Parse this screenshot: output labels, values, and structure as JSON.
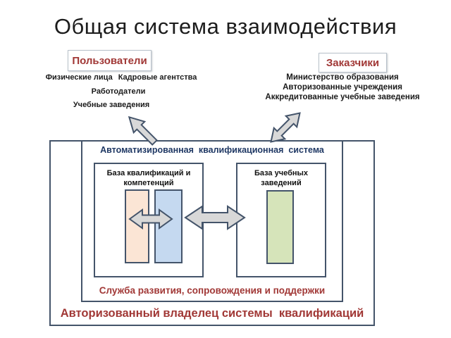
{
  "title": "Общая система взаимодействия",
  "users": {
    "label": "Пользователи",
    "row1": [
      "Физические лица",
      "Кадровые агентства"
    ],
    "row2": "Работодатели",
    "row3": "Учебные заведения"
  },
  "customers": {
    "label": "Заказчики",
    "items": [
      "Министерство образования",
      "Авторизованные учреждения",
      "Аккредитованные учебные заведения"
    ]
  },
  "system": {
    "header": "Автоматизированная  квалификационная  система",
    "qual_box_title": "База квалификаций и компетенций",
    "edu_box_title": "База учебных заведений",
    "service_label": "Служба развития, сопровождения и поддержки"
  },
  "owner_label": "Авторизованный владелец системы  квалификаций",
  "icons": {
    "users_link": "arrow-up-left-icon",
    "customers_link": "double-arrow-diagonal-icon",
    "bases_link_inner": "double-arrow-horizontal-icon",
    "bases_link_main": "double-arrow-horizontal-icon"
  },
  "colors": {
    "accent_red": "#A13836",
    "navy_header": "#1F3864",
    "box_border": "#44546A",
    "arrow_fill": "#D8D8D8",
    "bar_peach": "#FBE5D5",
    "bar_blue": "#C5D9F0",
    "bar_green": "#D6E4BA"
  }
}
